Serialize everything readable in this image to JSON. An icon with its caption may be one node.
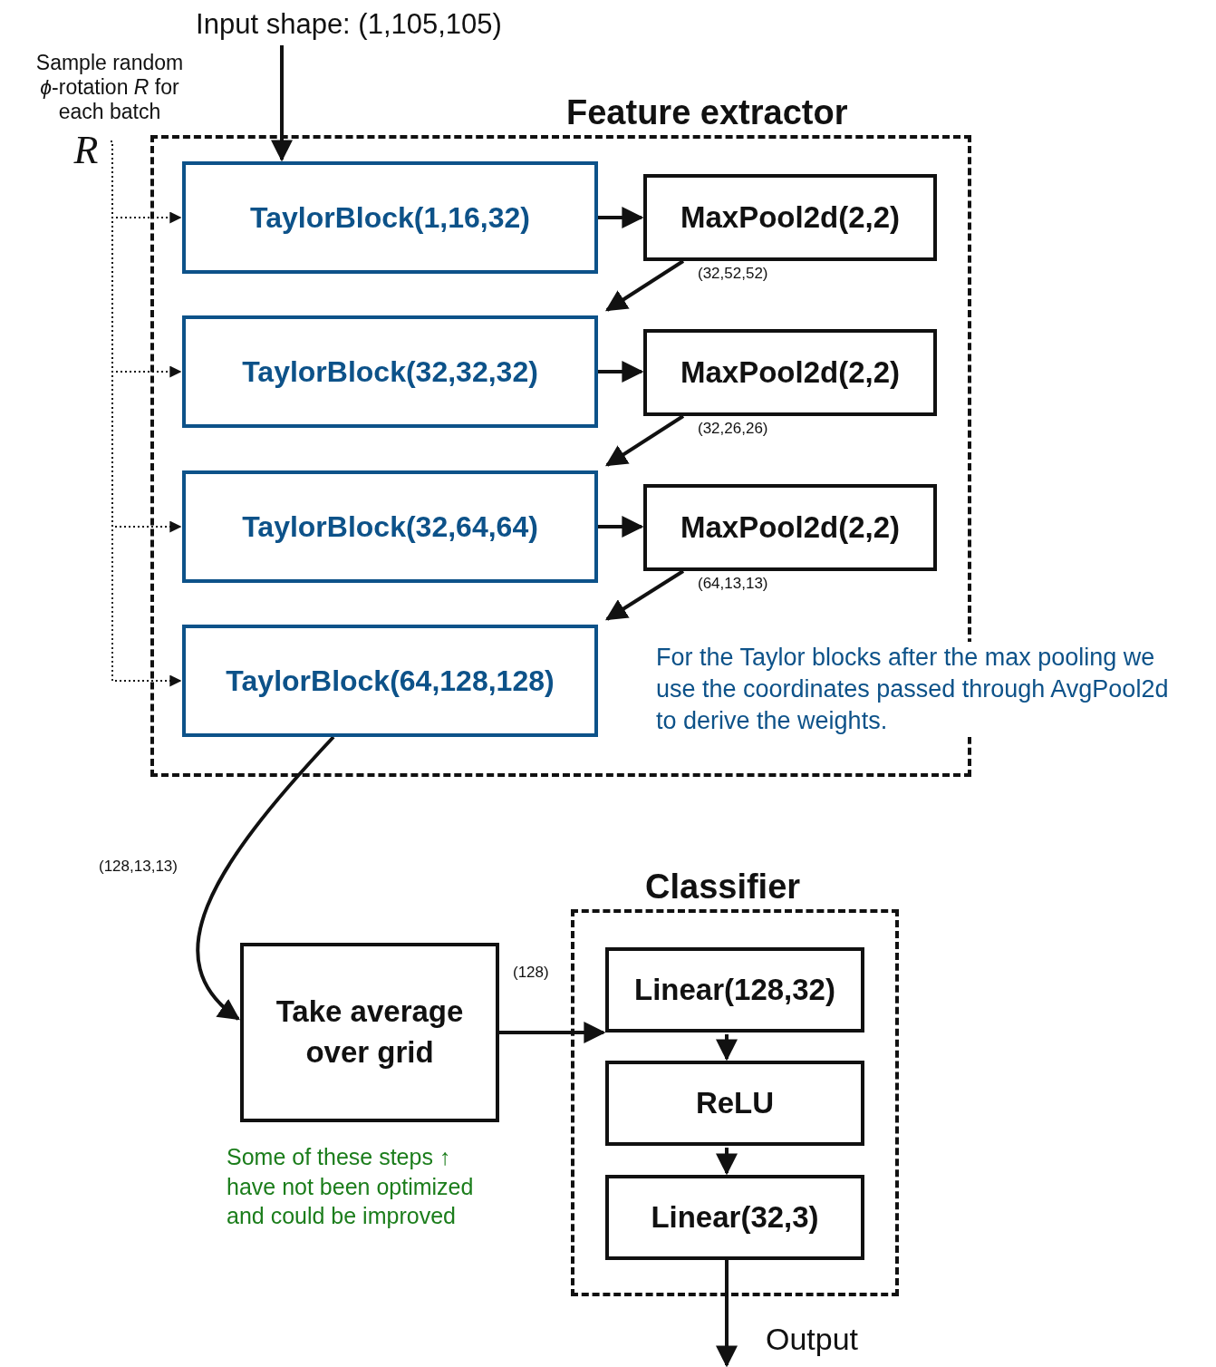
{
  "diagram": {
    "nodes": [
      {
        "text": [
          "Input shape: (1,105,105)"
        ]
      },
      {
        "text": [
          "R"
        ],
        "beside": [
          "Sample random *ϕ*-rotation *R* for each batch"
        ]
      },
      {
        "text": [
          "Feature extractor"
        ]
      },
      {
        "text": [
          "TaylorBlock(1,16,32)"
        ],
        "in": 2
      },
      {
        "text": [
          "MaxPool2d(2,2)"
        ],
        "in": 2
      },
      {
        "text": [
          "TaylorBlock(32,32,32)"
        ],
        "in": 2
      },
      {
        "text": [
          "MaxPool2d(2,2)"
        ],
        "in": 2
      },
      {
        "text": [
          "TaylorBlock(32,64,64)"
        ],
        "in": 2
      },
      {
        "text": [
          "MaxPool2d(2,2)"
        ],
        "in": 2
      },
      {
        "text": [
          "TaylorBlock(64,128,128)"
        ],
        "in": 2
      },
      {
        "text": [
          "Take average over grid"
        ]
      },
      {
        "text": [
          "Classifier"
        ]
      },
      {
        "text": [
          "Linear(128,32)"
        ],
        "in": 11
      },
      {
        "text": [
          "ReLU"
        ],
        "in": 11
      },
      {
        "text": [
          "Linear(32,3)"
        ],
        "in": 11
      }
    ],
    "edges": [
      {
        "from": 0,
        "to": 3,
        "arrow": "to"
      },
      {
        "from": 1,
        "to": 3,
        "arrow": "to",
        "style": "dashed"
      },
      {
        "from": 1,
        "to": 5,
        "arrow": "to",
        "style": "dashed"
      },
      {
        "from": 1,
        "to": 7,
        "arrow": "to",
        "style": "dashed"
      },
      {
        "from": 1,
        "to": 9,
        "arrow": "to",
        "style": "dashed"
      },
      {
        "from": 3,
        "to": 4,
        "arrow": "to"
      },
      {
        "from": 4,
        "to": 5,
        "arrow": "to",
        "label": "(32,52,52)"
      },
      {
        "from": 5,
        "to": 6,
        "arrow": "to"
      },
      {
        "from": 6,
        "to": 7,
        "arrow": "to",
        "label": "(32,26,26)"
      },
      {
        "from": 7,
        "to": 8,
        "arrow": "to"
      },
      {
        "from": 8,
        "to": 9,
        "arrow": "to",
        "label": "(64,13,13)"
      },
      {
        "from": 9,
        "to": 10,
        "arrow": "to",
        "label": "(128,13,13)"
      },
      {
        "from": 10,
        "to": 12,
        "arrow": "to",
        "label": "(128)"
      },
      {
        "from": 12,
        "to": 13,
        "arrow": "to"
      },
      {
        "from": 13,
        "to": 14,
        "arrow": "to"
      },
      {
        "from": 14,
        "to": null,
        "arrow": "to",
        "label": "Output"
      }
    ],
    "labels": [
      "For the Taylor blocks after the max pooling we use the coordinates passed through AvgPool2d to derive the weights.",
      "Some of these steps ↑ have not been optimized and could be improved"
    ]
  }
}
